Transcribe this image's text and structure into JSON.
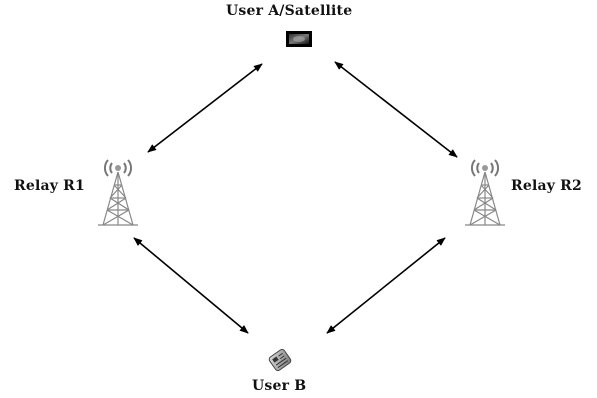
{
  "nodes": {
    "user_a": {
      "label": "User A/Satellite",
      "icon": "satellite-icon"
    },
    "relay_r1": {
      "label": "Relay R1",
      "icon": "relay-tower-icon"
    },
    "relay_r2": {
      "label": "Relay R2",
      "icon": "relay-tower-icon"
    },
    "user_b": {
      "label": "User B",
      "icon": "mobile-phone-icon"
    }
  },
  "links": [
    {
      "from": "User A/Satellite",
      "to": "Relay R1",
      "direction": "bidirectional"
    },
    {
      "from": "User A/Satellite",
      "to": "Relay R2",
      "direction": "bidirectional"
    },
    {
      "from": "Relay R1",
      "to": "User B",
      "direction": "bidirectional"
    },
    {
      "from": "Relay R2",
      "to": "User B",
      "direction": "bidirectional"
    }
  ],
  "colors": {
    "arrow": "#000000",
    "text": "#111111",
    "background": "#ffffff"
  }
}
